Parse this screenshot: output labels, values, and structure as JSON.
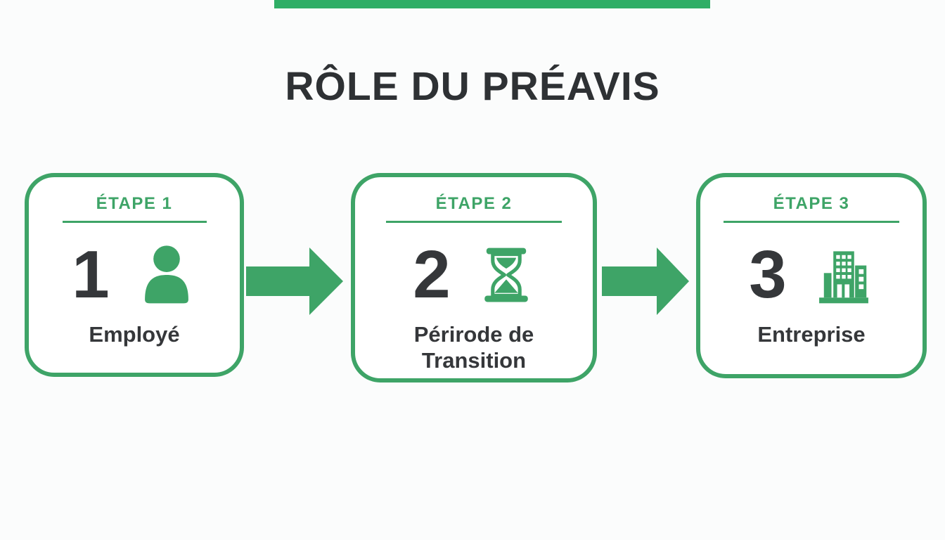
{
  "page": {
    "background_color": "#fbfcfc",
    "accent_green": "#3ea467",
    "top_bar_color": "#2fae66",
    "dark_text_color": "#35373a"
  },
  "header": {
    "title": "RÔLE DU PRÉAVIS"
  },
  "steps": [
    {
      "step_label": "ÉTAPE 1",
      "number": "1",
      "icon": "person-icon",
      "label": "Employé"
    },
    {
      "step_label": "ÉTAPE 2",
      "number": "2",
      "icon": "hourglass-icon",
      "label": "Périrode de Transition"
    },
    {
      "step_label": "ÉTAPE 3",
      "number": "3",
      "icon": "building-icon",
      "label": "Entreprise"
    }
  ],
  "connectors": [
    {
      "icon": "arrow-right-icon"
    },
    {
      "icon": "arrow-right-icon"
    }
  ]
}
